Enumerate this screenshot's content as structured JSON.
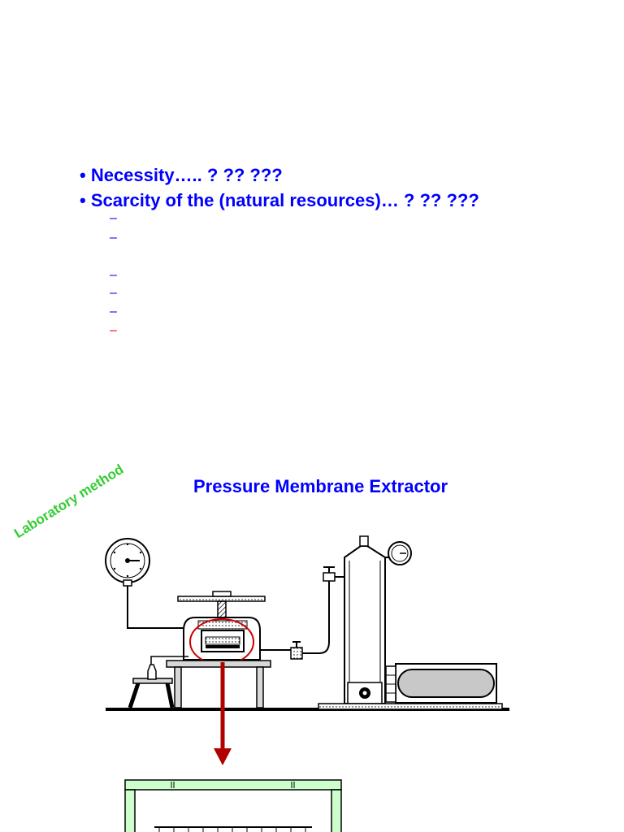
{
  "bullets": [
    "• Necessity….. ? ?? ???",
    "• Scarcity of the (natural resources)… ? ?? ???"
  ],
  "subitems": [
    "–",
    "–",
    "–",
    "–",
    "–",
    "–"
  ],
  "diagram": {
    "title": "Pressure Membrane Extractor",
    "side_label": "Laboratory method"
  },
  "colors": {
    "bullet_text": "#0000ff",
    "side_label": "#33cc33",
    "last_dash": "#ff0000",
    "arrow": "#b00000",
    "highlight_circle": "#cc0000",
    "chamber_frame": "#ccffcc"
  },
  "icons": [
    "pressure-gauge-icon",
    "valve-icon"
  ]
}
